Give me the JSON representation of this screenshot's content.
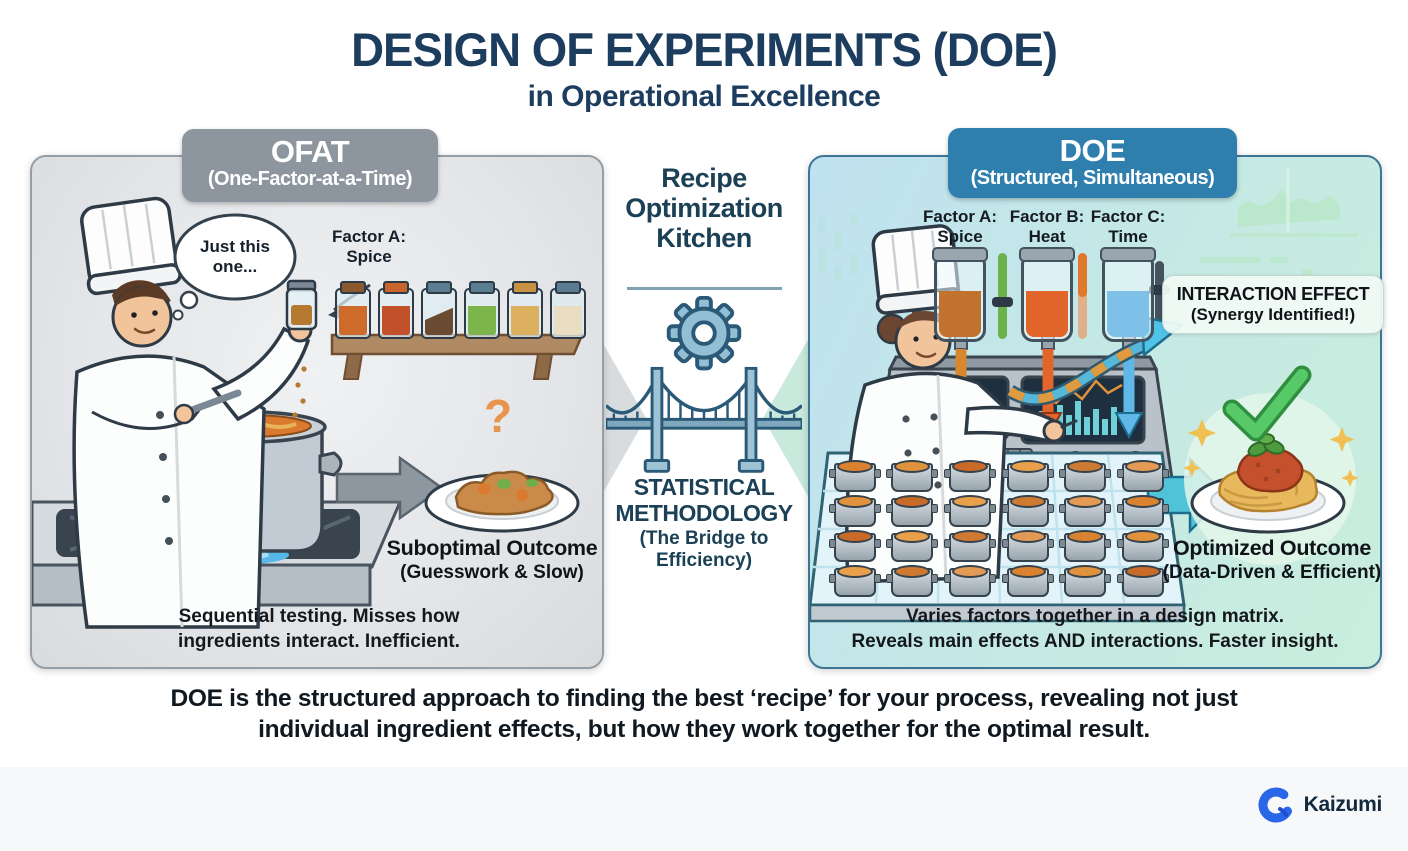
{
  "title": {
    "main": "DESIGN OF EXPERIMENTS (DOE)",
    "subtitle": "in Operational Excellence"
  },
  "ofat_panel": {
    "tab_title": "OFAT",
    "tab_subtitle": "(One-Factor-at-a-Time)",
    "thought_bubble": "Just this one...",
    "factor_name": "Factor A:",
    "factor_value": "Spice",
    "question_mark": "?",
    "outcome_title": "Suboptimal Outcome",
    "outcome_subtitle": "(Guesswork & Slow)",
    "caption_line1": "Sequential testing. Misses how",
    "caption_line2": "ingredients interact. Inefficient.",
    "spice_jars": [
      {
        "lid": "#8a5a2e",
        "fill": "#cf6b2a"
      },
      {
        "lid": "#c9652c",
        "fill": "#c2502a"
      },
      {
        "lid": "#5b7d91",
        "fill": "#6a4a30",
        "half": true
      },
      {
        "lid": "#5b7d91",
        "fill": "#7cb54b"
      },
      {
        "lid": "#c99242",
        "fill": "#dcb05e"
      },
      {
        "lid": "#5b7d91",
        "fill": "#e9ddc2"
      }
    ]
  },
  "center": {
    "kitchen_title": "Recipe Optimization Kitchen",
    "method_title": "STATISTICAL METHODOLOGY",
    "method_subtitle": "(The Bridge to Efficiency)"
  },
  "doe_panel": {
    "tab_title": "DOE",
    "tab_subtitle": "(Structured, Simultaneous)",
    "factors": [
      {
        "name": "Factor A:",
        "value": "Spice"
      },
      {
        "name": "Factor B:",
        "value": "Heat"
      },
      {
        "name": "Factor C:",
        "value": "Time"
      }
    ],
    "interaction_title": "INTERACTION EFFECT",
    "interaction_subtitle": "(Synergy Identified!)",
    "outcome_title": "Optimized Outcome",
    "outcome_subtitle": "(Data-Driven & Efficient)",
    "caption_line1": "Varies factors together in a design matrix.",
    "caption_line2": "Reveals main effects AND interactions. Faster insight.",
    "matrix": {
      "rows": 4,
      "cols": 6,
      "soup_shades": [
        "#d9822f",
        "#e0923c",
        "#c96a28",
        "#e8a04a",
        "#cf7a33",
        "#e39a55"
      ]
    }
  },
  "summary": {
    "line1": "DOE is the structured approach to finding the best ‘recipe’ for your process, revealing not just",
    "line2": "individual ingredient effects, but how they work together for the optimal result."
  },
  "brand": {
    "name": "Kaizumi"
  },
  "colors": {
    "title_navy": "#1d3d5f",
    "ofat_gray": "#8d959e",
    "doe_blue": "#2f7fae",
    "panel_gray_bg": "#e4e6e9",
    "panel_blue_border": "#3c7694",
    "factor_a_fill": "#c0722e",
    "factor_b_fill": "#e2662c",
    "factor_c_fill": "#7fc0e8",
    "check_green": "#4fc25f",
    "question_orange": "#e8944d",
    "brand_blue": "#2a66e8"
  }
}
